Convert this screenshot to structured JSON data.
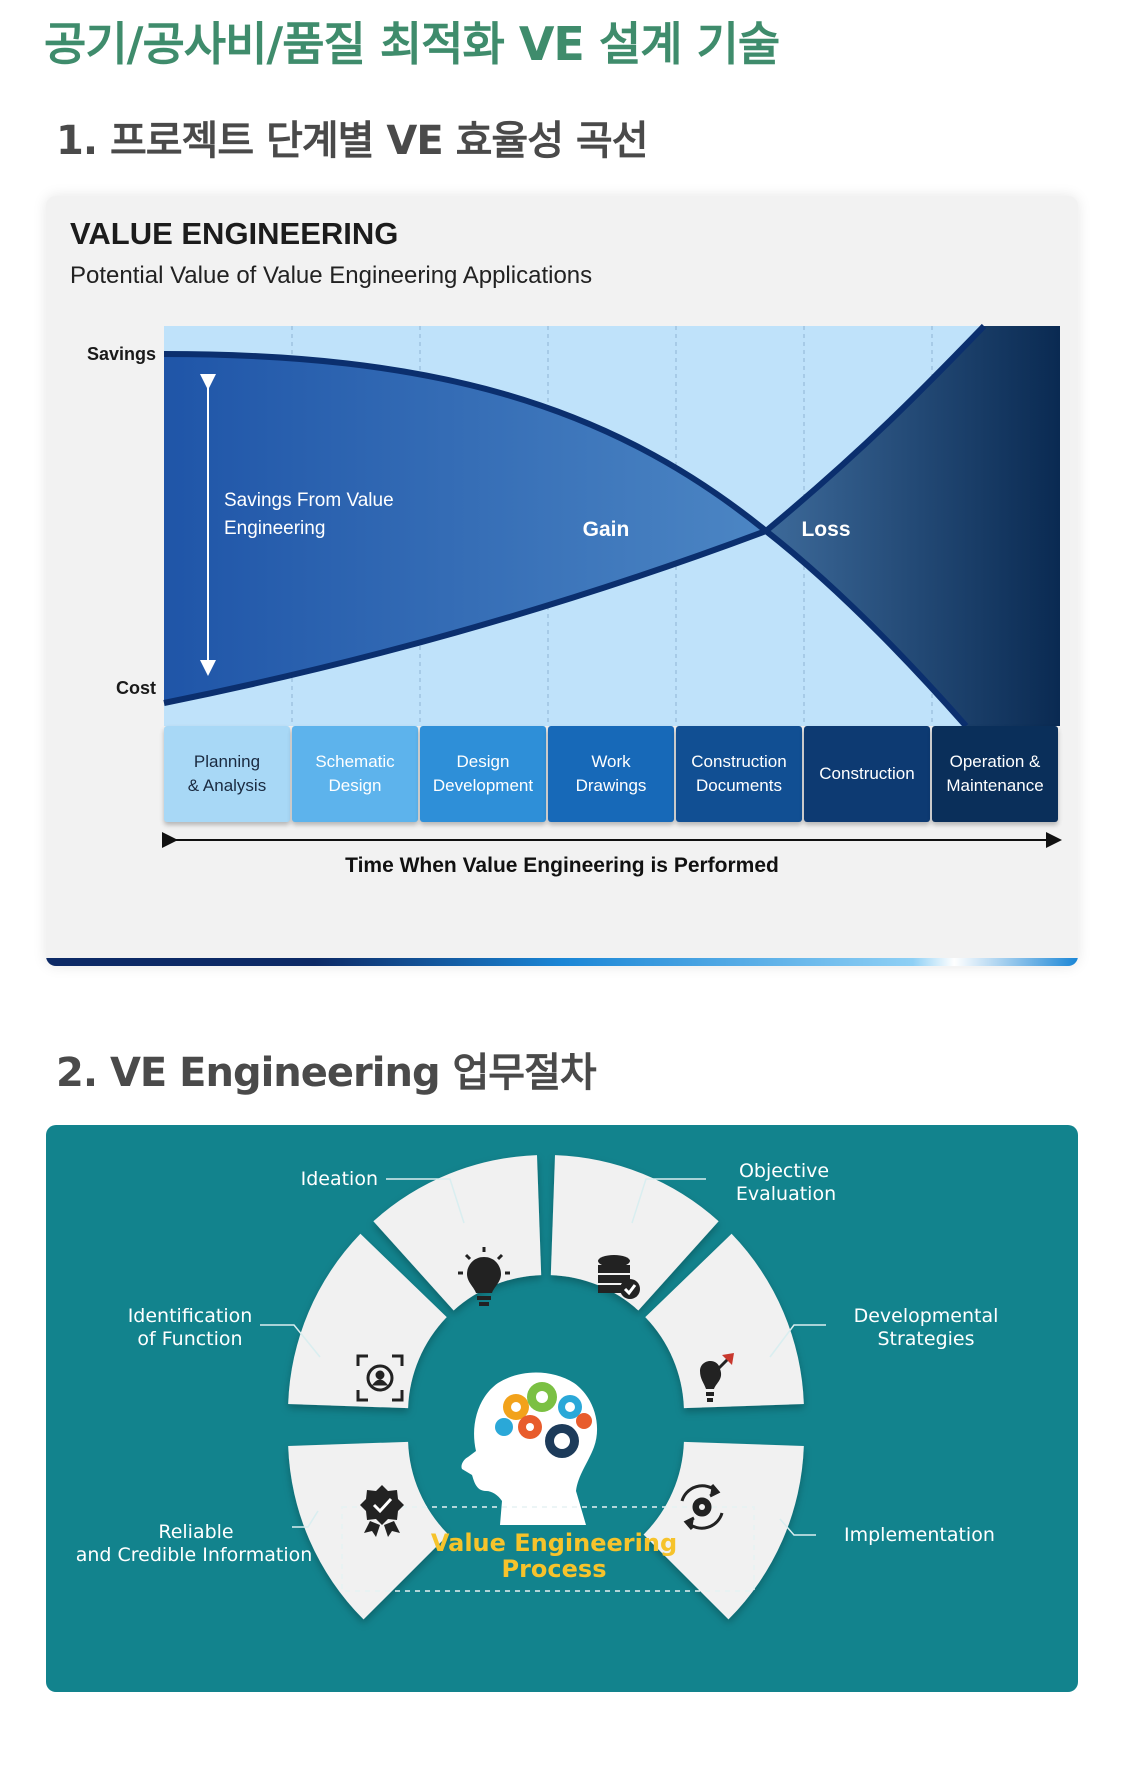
{
  "page": {
    "title": "공기/공사비/품질 최적화 VE 설계 기술",
    "section1_title": "1.  프로젝트 단계별 VE  효율성 곡선",
    "section2_title": "2.  VE Engineering  업무절차"
  },
  "value_engineering_chart": {
    "title": "VALUE ENGINEERING",
    "subtitle": "Potential Value of Value Engineering Applications",
    "y_top_label": "Savings",
    "y_bottom_label": "Cost",
    "savings_label_line1": "Savings From Value",
    "savings_label_line2": "Engineering",
    "gain_label": "Gain",
    "loss_label": "Loss",
    "x_axis_title": "Time When Value Engineering is Performed",
    "phases": [
      {
        "line1": "Planning",
        "line2": "& Analysis",
        "bg": "#a8d8f6",
        "fg": "#1a2a40"
      },
      {
        "line1": "Schematic",
        "line2": "Design",
        "bg": "#5db3ec",
        "fg": "#ffffff"
      },
      {
        "line1": "Design",
        "line2": "Development",
        "bg": "#2e8fd8",
        "fg": "#ffffff"
      },
      {
        "line1": "Work",
        "line2": "Drawings",
        "bg": "#1769b8",
        "fg": "#ffffff"
      },
      {
        "line1": "Construction",
        "line2": "Documents",
        "bg": "#114f93",
        "fg": "#ffffff"
      },
      {
        "line1": "Construction",
        "line2": "",
        "bg": "#0d3a72",
        "fg": "#ffffff"
      },
      {
        "line1": "Operation &",
        "line2": "Maintenance",
        "bg": "#0a2f5a",
        "fg": "#ffffff"
      }
    ]
  },
  "process_diagram": {
    "center_title_line1": "Value Engineering",
    "center_title_line2": "Process",
    "steps": [
      {
        "label_line1": "Ideation",
        "label_line2": "",
        "icon": "lightbulb-icon"
      },
      {
        "label_line1": "Objective",
        "label_line2": "Evaluation",
        "icon": "database-check-icon"
      },
      {
        "label_line1": "Identification",
        "label_line2": "of Function",
        "icon": "target-person-icon"
      },
      {
        "label_line1": "Developmental",
        "label_line2": "Strategies",
        "icon": "growth-strategy-icon"
      },
      {
        "label_line1": "Reliable",
        "label_line2": "and Credible Information",
        "icon": "badge-check-icon"
      },
      {
        "label_line1": "Implementation",
        "label_line2": "",
        "icon": "gear-cycle-icon"
      }
    ],
    "colors": {
      "background": "#12838d",
      "segment": "#f1f1f1",
      "center_title": "#f6c32b"
    }
  }
}
